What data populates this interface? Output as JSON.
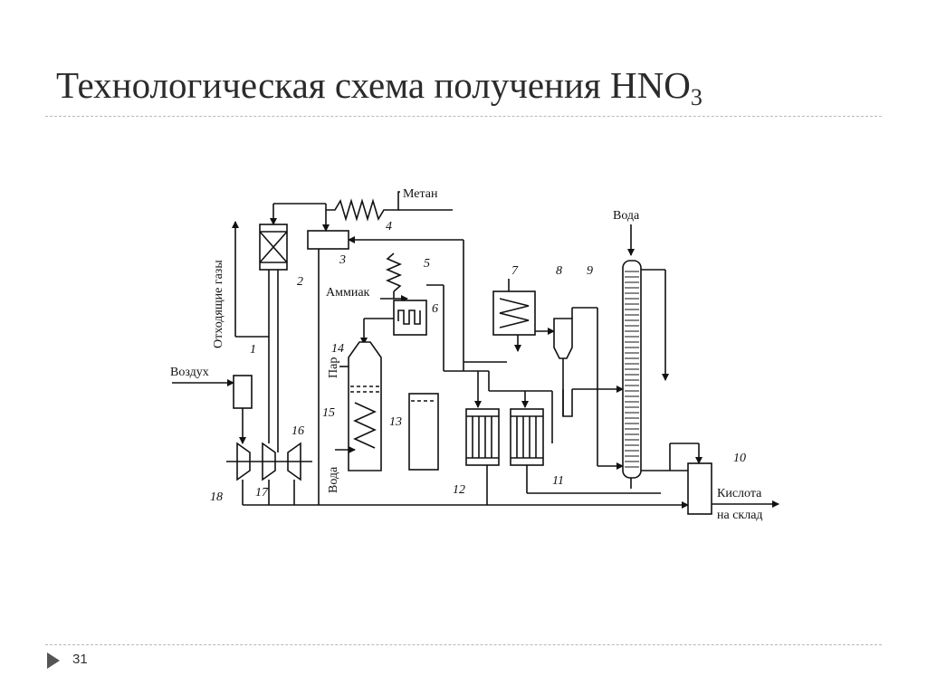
{
  "slide": {
    "title_main": "Технологическая схема получения HNO",
    "title_sub": "3",
    "page_number": "31"
  },
  "diagram": {
    "labels": {
      "methane": "Метан",
      "water_top": "Вода",
      "exhaust_gases": "Отходящие газы",
      "ammonia": "Аммиак",
      "air": "Воздух",
      "steam": "Пар",
      "water_bottom": "Вода",
      "acid_line1": "Кислота",
      "acid_line2": "на склад"
    },
    "equipment_numbers": [
      "1",
      "2",
      "3",
      "4",
      "5",
      "6",
      "7",
      "8",
      "9",
      "10",
      "11",
      "12",
      "13",
      "14",
      "15",
      "16",
      "17",
      "18"
    ]
  },
  "colors": {
    "line": "#111111",
    "separator": "#b8b8b8",
    "title": "#2b2b2b"
  }
}
